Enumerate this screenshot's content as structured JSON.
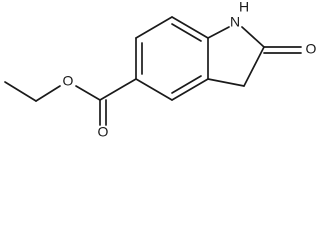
{
  "molecule": {
    "atoms": {
      "oxo_oxygen": "O",
      "ring_nitrogen": "N",
      "ring_nitrogen_h": "H",
      "ester_carbonyl_oxygen": "O",
      "ester_ether_oxygen": "O"
    }
  }
}
